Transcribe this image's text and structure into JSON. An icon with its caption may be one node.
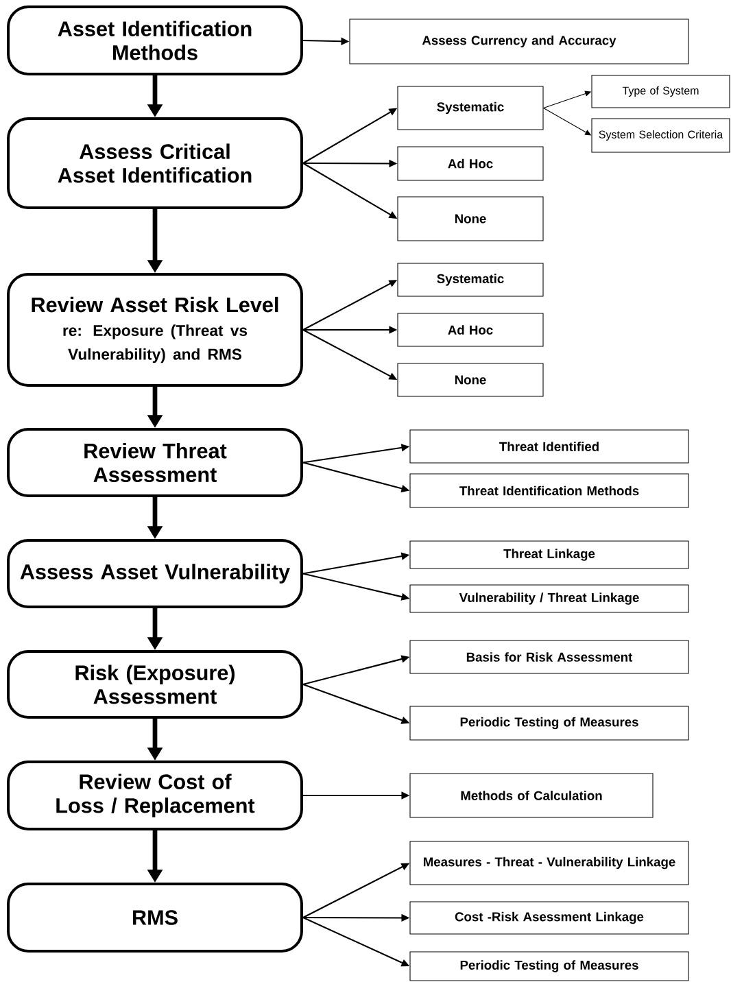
{
  "diagram": {
    "nodes": [
      {
        "text": [
          "Asset Identification Methods"
        ]
      },
      {
        "text": [
          "Assess Currency and Accuracy"
        ]
      },
      {
        "text": [
          "Assess Critical Asset Identification"
        ]
      },
      {
        "text": [
          "Systematic"
        ]
      },
      {
        "text": [
          "Type of System"
        ]
      },
      {
        "text": [
          "System Selection Criteria"
        ]
      },
      {
        "text": [
          "Ad Hoc"
        ]
      },
      {
        "text": [
          "None"
        ]
      },
      {
        "text": [
          "Review Asset Risk Level",
          "re: Exposure (Threat vs Vulnerability) and RMS"
        ]
      },
      {
        "text": [
          "Systematic"
        ]
      },
      {
        "text": [
          "Ad Hoc"
        ]
      },
      {
        "text": [
          "None"
        ]
      },
      {
        "text": [
          "Review Threat Assessment"
        ]
      },
      {
        "text": [
          "Threat Identified"
        ]
      },
      {
        "text": [
          "Threat Identification Methods"
        ]
      },
      {
        "text": [
          "Assess Asset Vulnerability"
        ]
      },
      {
        "text": [
          "Threat Linkage"
        ]
      },
      {
        "text": [
          "Vulnerability / Threat Linkage"
        ]
      },
      {
        "text": [
          "Risk (Exposure) Assessment"
        ]
      },
      {
        "text": [
          "Basis for Risk Assessment"
        ]
      },
      {
        "text": [
          "Periodic Testing of Measures"
        ]
      },
      {
        "text": [
          "Review Cost of Loss / Replacement"
        ]
      },
      {
        "text": [
          "Methods of Calculation"
        ]
      },
      {
        "text": [
          "RMS"
        ]
      },
      {
        "text": [
          "Measures - Threat - Vulnerability Linkage"
        ]
      },
      {
        "text": [
          "Cost -Risk Asessment Linkage"
        ]
      },
      {
        "text": [
          "Periodic Testing of Measures"
        ]
      }
    ],
    "edges": [
      {
        "from": 0,
        "to": 2,
        "arrow": "to",
        "style": "thick"
      },
      {
        "from": 2,
        "to": 8,
        "arrow": "to",
        "style": "thick"
      },
      {
        "from": 8,
        "to": 12,
        "arrow": "to",
        "style": "thick"
      },
      {
        "from": 12,
        "to": 15,
        "arrow": "to",
        "style": "thick"
      },
      {
        "from": 15,
        "to": 18,
        "arrow": "to",
        "style": "thick"
      },
      {
        "from": 18,
        "to": 21,
        "arrow": "to",
        "style": "thick"
      },
      {
        "from": 21,
        "to": 23,
        "arrow": "to",
        "style": "thick"
      },
      {
        "from": 0,
        "to": 1,
        "arrow": "to"
      },
      {
        "from": 2,
        "to": 3,
        "arrow": "to"
      },
      {
        "from": 2,
        "to": 6,
        "arrow": "to"
      },
      {
        "from": 2,
        "to": 7,
        "arrow": "to"
      },
      {
        "from": 3,
        "to": 4,
        "arrow": "to"
      },
      {
        "from": 3,
        "to": 5,
        "arrow": "to"
      },
      {
        "from": 8,
        "to": 9,
        "arrow": "to"
      },
      {
        "from": 8,
        "to": 10,
        "arrow": "to"
      },
      {
        "from": 8,
        "to": 11,
        "arrow": "to"
      },
      {
        "from": 12,
        "to": 13,
        "arrow": "to"
      },
      {
        "from": 12,
        "to": 14,
        "arrow": "to"
      },
      {
        "from": 15,
        "to": 16,
        "arrow": "to"
      },
      {
        "from": 15,
        "to": 17,
        "arrow": "to"
      },
      {
        "from": 18,
        "to": 19,
        "arrow": "to"
      },
      {
        "from": 18,
        "to": 20,
        "arrow": "to"
      },
      {
        "from": 21,
        "to": 22,
        "arrow": "to"
      },
      {
        "from": 23,
        "to": 24,
        "arrow": "to"
      },
      {
        "from": 23,
        "to": 25,
        "arrow": "to"
      },
      {
        "from": 23,
        "to": 26,
        "arrow": "to"
      }
    ]
  }
}
